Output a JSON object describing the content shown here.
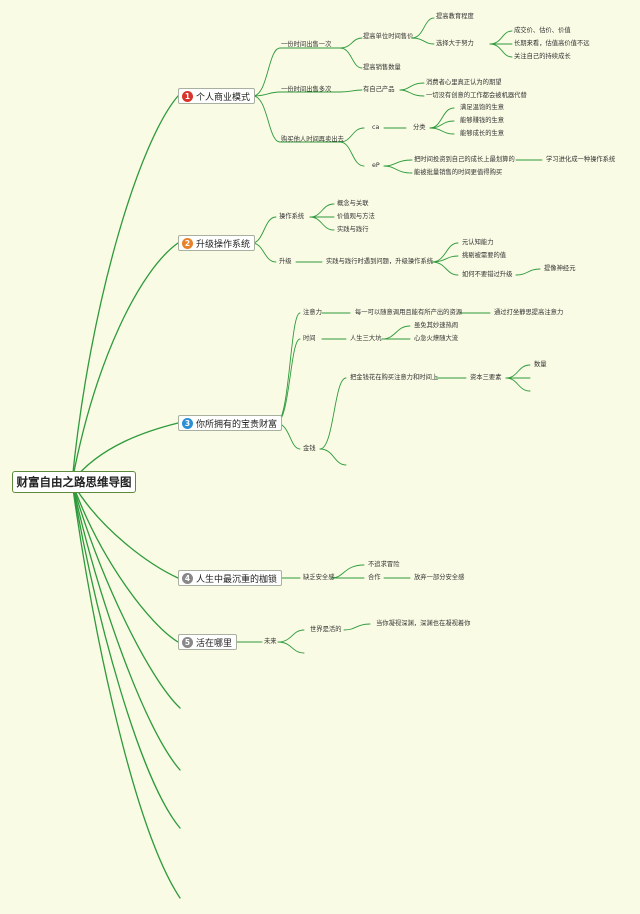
{
  "root": "财富自由之路思维导图",
  "colors": {
    "line": "#2e9a3c",
    "background": "#f9fbe4",
    "badge_red": "#d9342b",
    "badge_orange": "#e8822a",
    "badge_blue": "#2c8fd6",
    "badge_gray": "#888888"
  },
  "branches": [
    {
      "num": "1",
      "label": "个人商业模式"
    },
    {
      "num": "2",
      "label": "升级操作系统"
    },
    {
      "num": "3",
      "label": "你所拥有的宝贵财富"
    },
    {
      "num": "4",
      "label": "人生中最沉重的枷锁"
    },
    {
      "num": "5",
      "label": "活在哪里"
    }
  ],
  "b1": {
    "sell_once": "一份时间出售一次",
    "raise_price": "提高单位时间售价",
    "raise_edu": "提高教育程度",
    "choose_effort": "选择大于努力",
    "cost_price": "成交价、估价、价值",
    "long_term": "长期来看，估值高价值不远",
    "focus_growth": "关注自己的持续成长",
    "raise_sales": "提高销售数量",
    "sell_many": "一份时间出售多次",
    "own_product": "有自己产品",
    "consumer_need": "消费者心里真正认为的期望",
    "machine_replace": "一切没有创意的工作都会被机器代替",
    "buy_time": "购买他人时间再卖出去",
    "ca": "ca",
    "classify": "分类",
    "satisfy": "满足温饱的生意",
    "earn_money": "能够赚钱的生意",
    "grow": "能够成长的生意",
    "ep": "eP",
    "invest_time": "把时间投资到自己的成长上最划算的",
    "learn_os": "学习进化成一种操作系统",
    "buy_time2": "能被批量销售的时间更值得购买"
  },
  "b2": {
    "os": "操作系统",
    "concept": "概念与关联",
    "values": "价值观与方法",
    "practice": "实践与践行",
    "upgrade": "升级",
    "solve": "实践与践行时遇到问题，升级操作系统",
    "meta": "元认知能力",
    "stubborn": "挑剔被需要的值",
    "how_upgrade": "如何不要错过升级",
    "meta_thing": "提像神经元"
  },
  "b3": {
    "attention": "注意力",
    "every_resource": "每一可以随意调用且能有所产出的资源",
    "improve_attention": "通过打坐静思提高注意力",
    "time": "时间",
    "three_pits": "人生三大坑",
    "pit1": "虽免其妙速热闹",
    "pit2": "心急火燎随大流",
    "money": "金钱",
    "spend_money": "把金钱花在购买注意力和时间上",
    "capital_three": "资本三要素",
    "quantity": "数量"
  },
  "b4": {
    "lack_safety": "缺乏安全感",
    "no_risk": "不追求冒险",
    "cooperate": "合作",
    "give_up": "放弃一部分安全感"
  },
  "b5": {
    "future": "未来",
    "world_alive": "世界是活的",
    "abyss": "当你凝视深渊，深渊也在凝视着你"
  }
}
